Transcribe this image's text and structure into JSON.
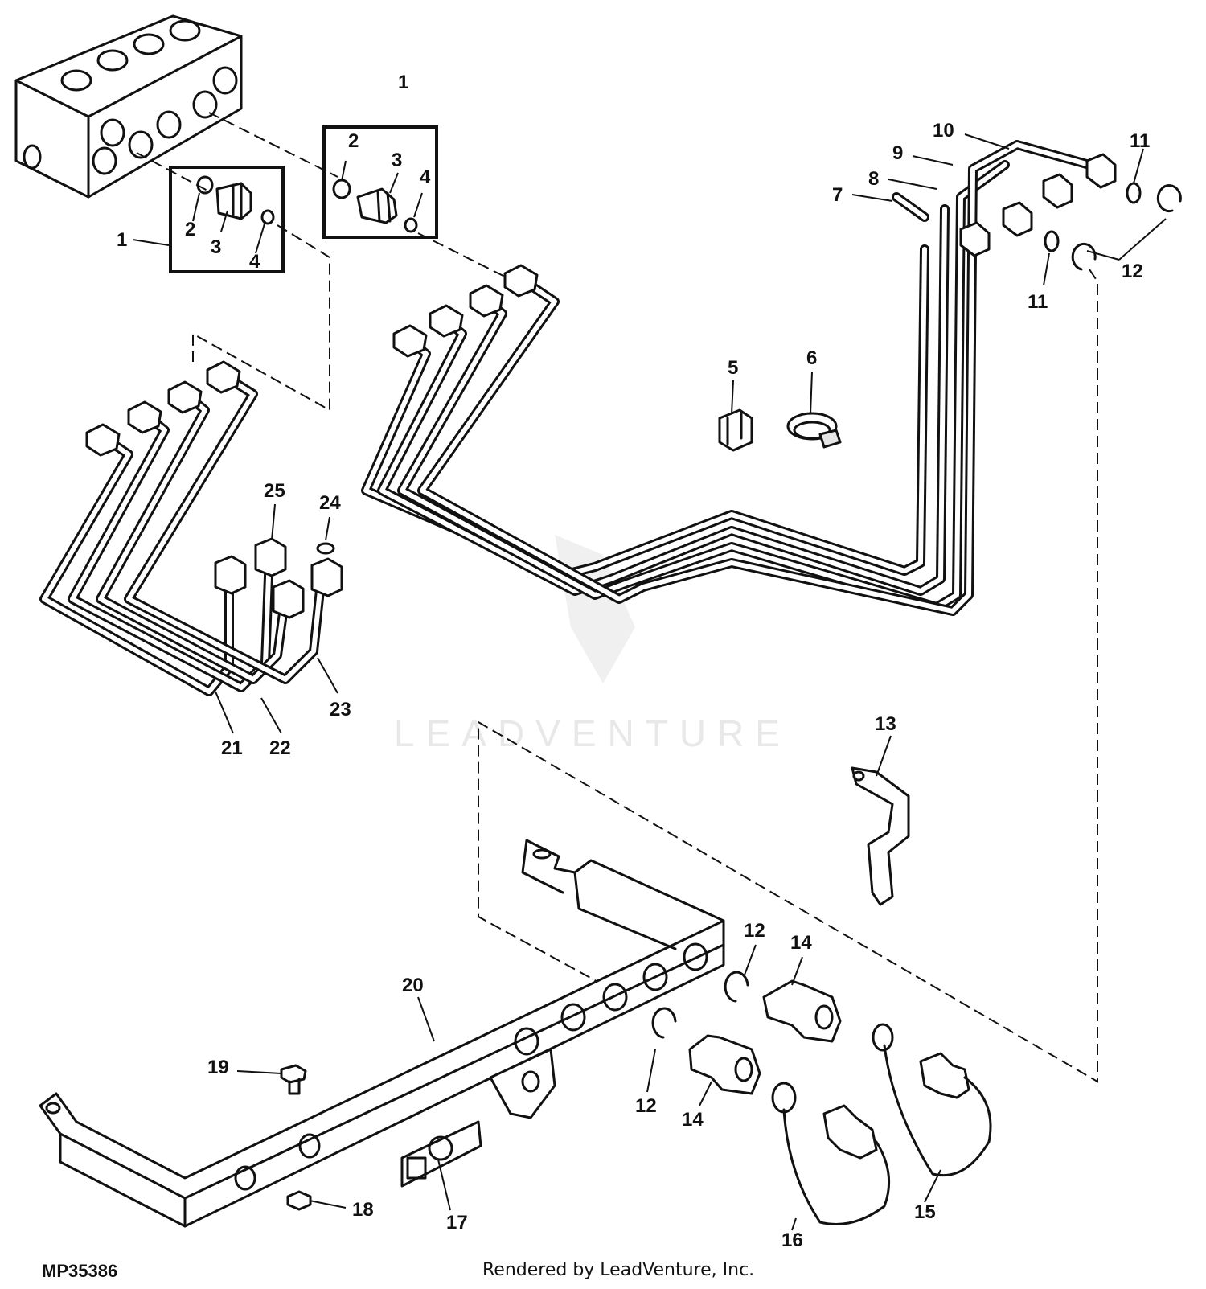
{
  "figure_id": "MP35386",
  "render_credit": "Rendered by LeadVenture, Inc.",
  "watermark": "LEADVENTURE",
  "callouts": {
    "c1a": "1",
    "c1b": "1",
    "c2a": "2",
    "c2b": "2",
    "c3a": "3",
    "c3b": "3",
    "c4a": "4",
    "c4b": "4",
    "c5": "5",
    "c6": "6",
    "c7": "7",
    "c8": "8",
    "c9": "9",
    "c10": "10",
    "c11a": "11",
    "c11b": "11",
    "c12a": "12",
    "c12b": "12",
    "c12c": "12",
    "c13": "13",
    "c14a": "14",
    "c14b": "14",
    "c15": "15",
    "c16": "16",
    "c17": "17",
    "c18": "18",
    "c19": "19",
    "c20": "20",
    "c21": "21",
    "c22": "22",
    "c23": "23",
    "c24": "24",
    "c25": "25"
  }
}
